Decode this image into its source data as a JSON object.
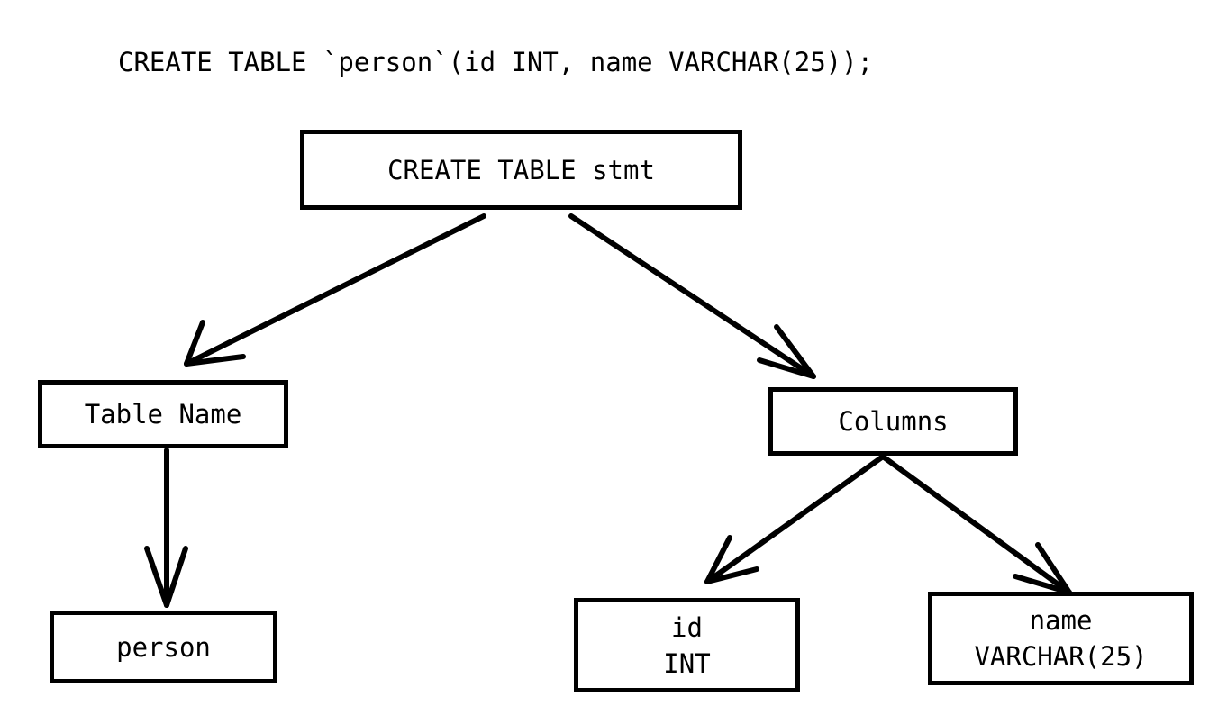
{
  "diagram": {
    "title_statement": "CREATE TABLE `person`(id INT, name VARCHAR(25));",
    "type": "parse-tree",
    "background_color": "#ffffff",
    "stroke_color": "#000000",
    "nodes": [
      {
        "id": "root",
        "label": "CREATE TABLE stmt",
        "line1": "CREATE TABLE stmt",
        "line2": ""
      },
      {
        "id": "tablename",
        "label": "Table Name",
        "line1": "Table Name",
        "line2": ""
      },
      {
        "id": "columns",
        "label": "Columns",
        "line1": "Columns",
        "line2": ""
      },
      {
        "id": "person",
        "label": "person",
        "line1": "person",
        "line2": ""
      },
      {
        "id": "idcol",
        "label": "id INT",
        "line1": "id",
        "line2": "INT"
      },
      {
        "id": "namecol",
        "label": "name VARCHAR(25)",
        "line1": "name",
        "line2": "VARCHAR(25)"
      }
    ],
    "edges": [
      {
        "from": "root",
        "to": "tablename",
        "arrow": "open-v"
      },
      {
        "from": "root",
        "to": "columns",
        "arrow": "open-v"
      },
      {
        "from": "tablename",
        "to": "person",
        "arrow": "open-v"
      },
      {
        "from": "columns",
        "to": "idcol",
        "arrow": "open-v"
      },
      {
        "from": "columns",
        "to": "namecol",
        "arrow": "open-v"
      }
    ]
  }
}
